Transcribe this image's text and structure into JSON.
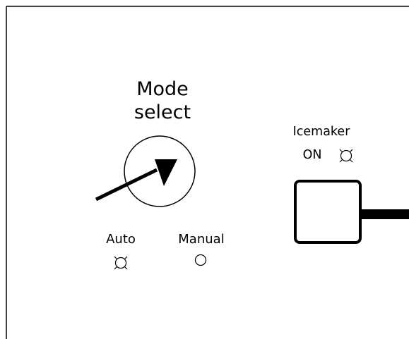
{
  "mode_select": {
    "title_line1": "Mode",
    "title_line2": "select",
    "dial": "mode-select-dial",
    "pointer": "arrow-pointer"
  },
  "indicators": {
    "auto": {
      "label": "Auto",
      "state": "lit",
      "icon": "lit-indicator-icon"
    },
    "manual": {
      "label": "Manual",
      "state": "off",
      "icon": "unlit-indicator-icon"
    },
    "icemaker_on": {
      "label_line1": "Icemaker",
      "label_line2": "ON",
      "state": "lit",
      "icon": "lit-indicator-icon"
    }
  },
  "icemaker_button": {
    "icon": "square-push-button"
  },
  "colors": {
    "line": "#000000",
    "background": "#ffffff"
  }
}
